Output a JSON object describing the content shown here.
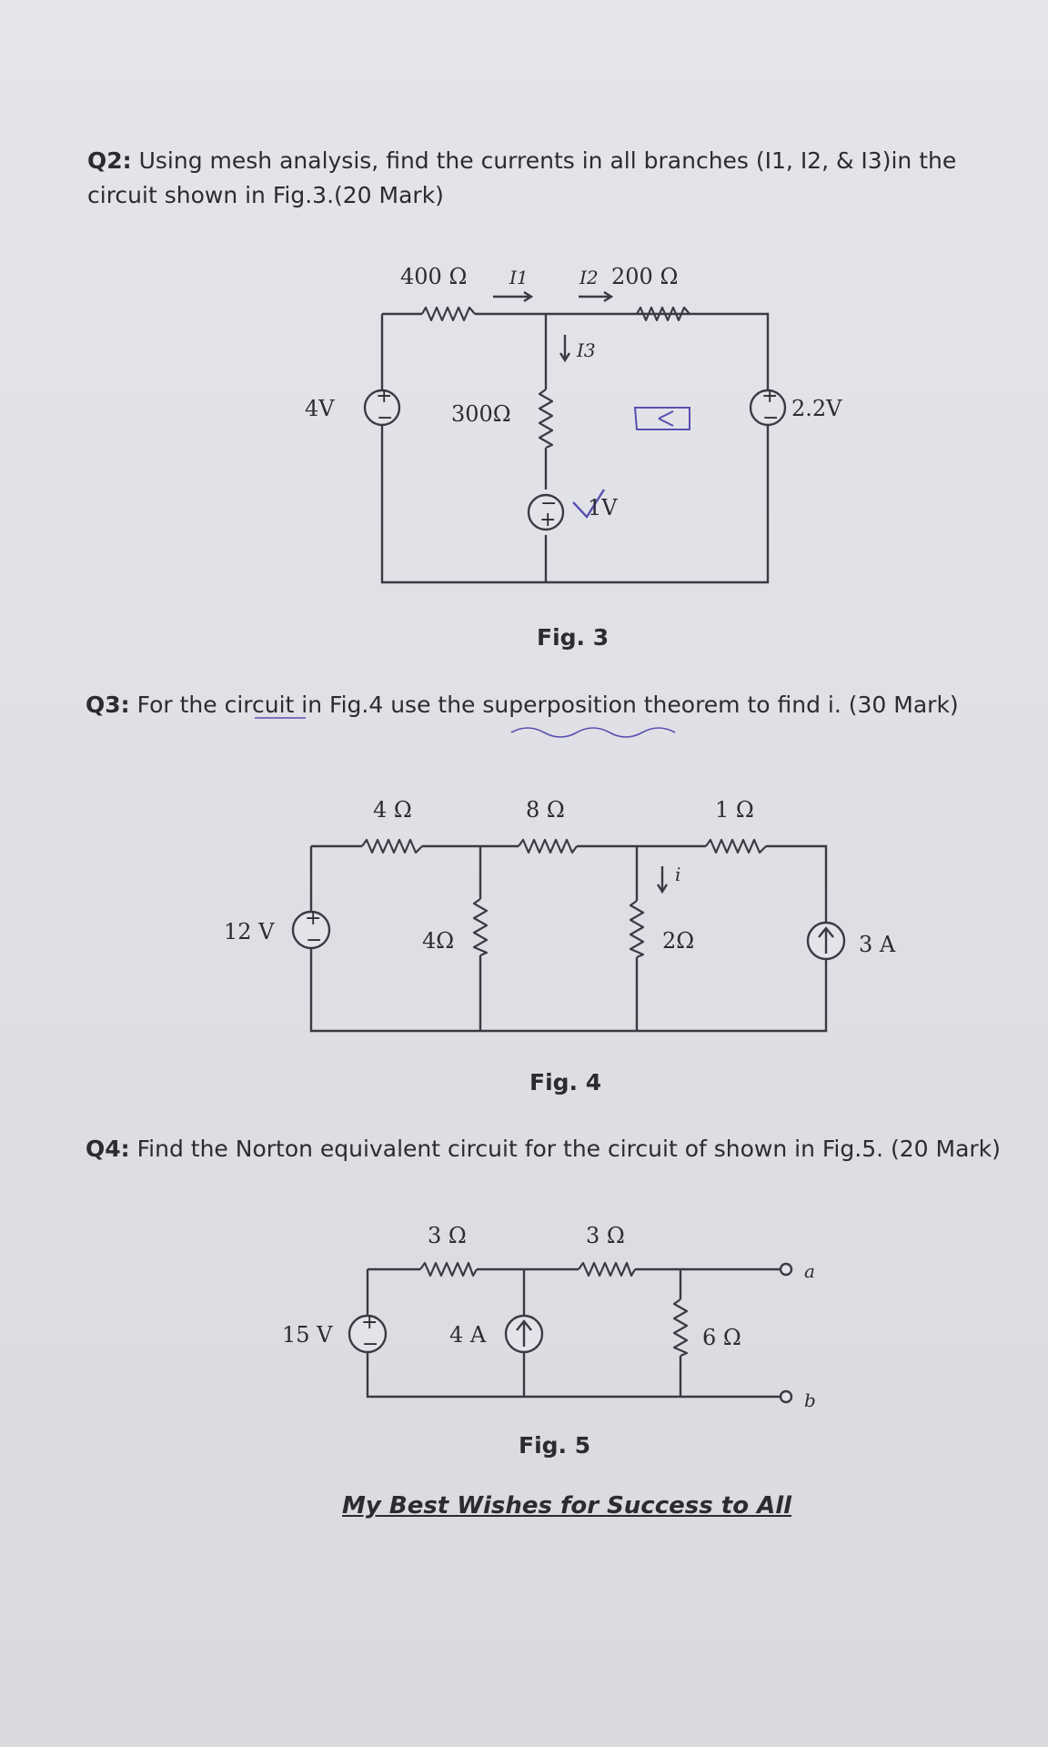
{
  "q2": {
    "label": "Q2:",
    "text": " Using mesh analysis, find the currents in all branches (I1, I2, & I3)in the circuit shown in Fig.3.(20 Mark)",
    "figure": {
      "caption": "Fig. 3",
      "r_top_left": "400 Ω",
      "r_top_right": "200 Ω",
      "r_middle": "300Ω",
      "current_1": "I1",
      "current_2": "I2",
      "current_3": "I3",
      "source_left": "4V",
      "source_middle": "1V",
      "source_right": "2.2V"
    }
  },
  "q3": {
    "label": "Q3:",
    "text": " For the circuit in Fig.4 use the superposition theorem to find i. (30 Mark)",
    "figure": {
      "caption": "Fig. 4",
      "r_top_1": "4 Ω",
      "r_top_2": "8 Ω",
      "r_top_3": "1 Ω",
      "r_shunt_1": "4Ω",
      "r_shunt_2": "2Ω",
      "current_i": "i",
      "source_voltage": "12 V",
      "source_current": "3 A"
    }
  },
  "q4": {
    "label": "Q4:",
    "text": " Find the Norton equivalent circuit for the circuit of shown in Fig.5. (20 Mark)",
    "figure": {
      "caption": "Fig. 5",
      "r_top_1": "3 Ω",
      "r_top_2": "3 Ω",
      "r_shunt": "6 Ω",
      "source_voltage": "15 V",
      "source_current": "4 A",
      "terminal_a": "a",
      "terminal_b": "b"
    }
  },
  "signs": {
    "plus": "+",
    "minus": "−"
  },
  "closing": "My Best Wishes for Success to All",
  "colors": {
    "paper": "#dfe0e5",
    "ink": "#2b2b31",
    "pen_annotation": "#5a4fb0"
  }
}
